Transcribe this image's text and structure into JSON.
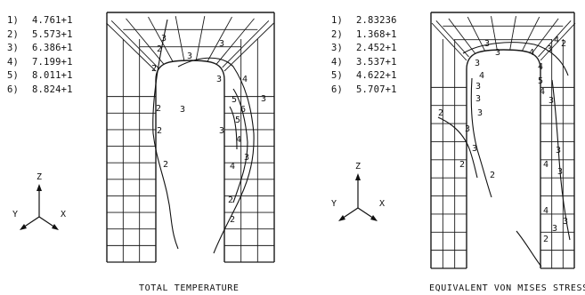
{
  "left_panel": {
    "legend": [
      {
        "idx": "1)",
        "value": "4.761+1"
      },
      {
        "idx": "2)",
        "value": "5.573+1"
      },
      {
        "idx": "3)",
        "value": "6.386+1"
      },
      {
        "idx": "4)",
        "value": "7.199+1"
      },
      {
        "idx": "5)",
        "value": "8.011+1"
      },
      {
        "idx": "6)",
        "value": "8.824+1"
      }
    ],
    "caption": "TOTAL TEMPERATURE",
    "axes": {
      "z": "Z",
      "y": "Y",
      "x": "X"
    }
  },
  "right_panel": {
    "legend": [
      {
        "idx": "1)",
        "value": "2.83236"
      },
      {
        "idx": "2)",
        "value": "1.368+1"
      },
      {
        "idx": "3)",
        "value": "2.452+1"
      },
      {
        "idx": "4)",
        "value": "3.537+1"
      },
      {
        "idx": "5)",
        "value": "4.622+1"
      },
      {
        "idx": "6)",
        "value": "5.707+1"
      }
    ],
    "caption": "EQUIVALENT VON MISES STRESS",
    "axes": {
      "z": "Z",
      "y": "Y",
      "x": "X"
    }
  }
}
